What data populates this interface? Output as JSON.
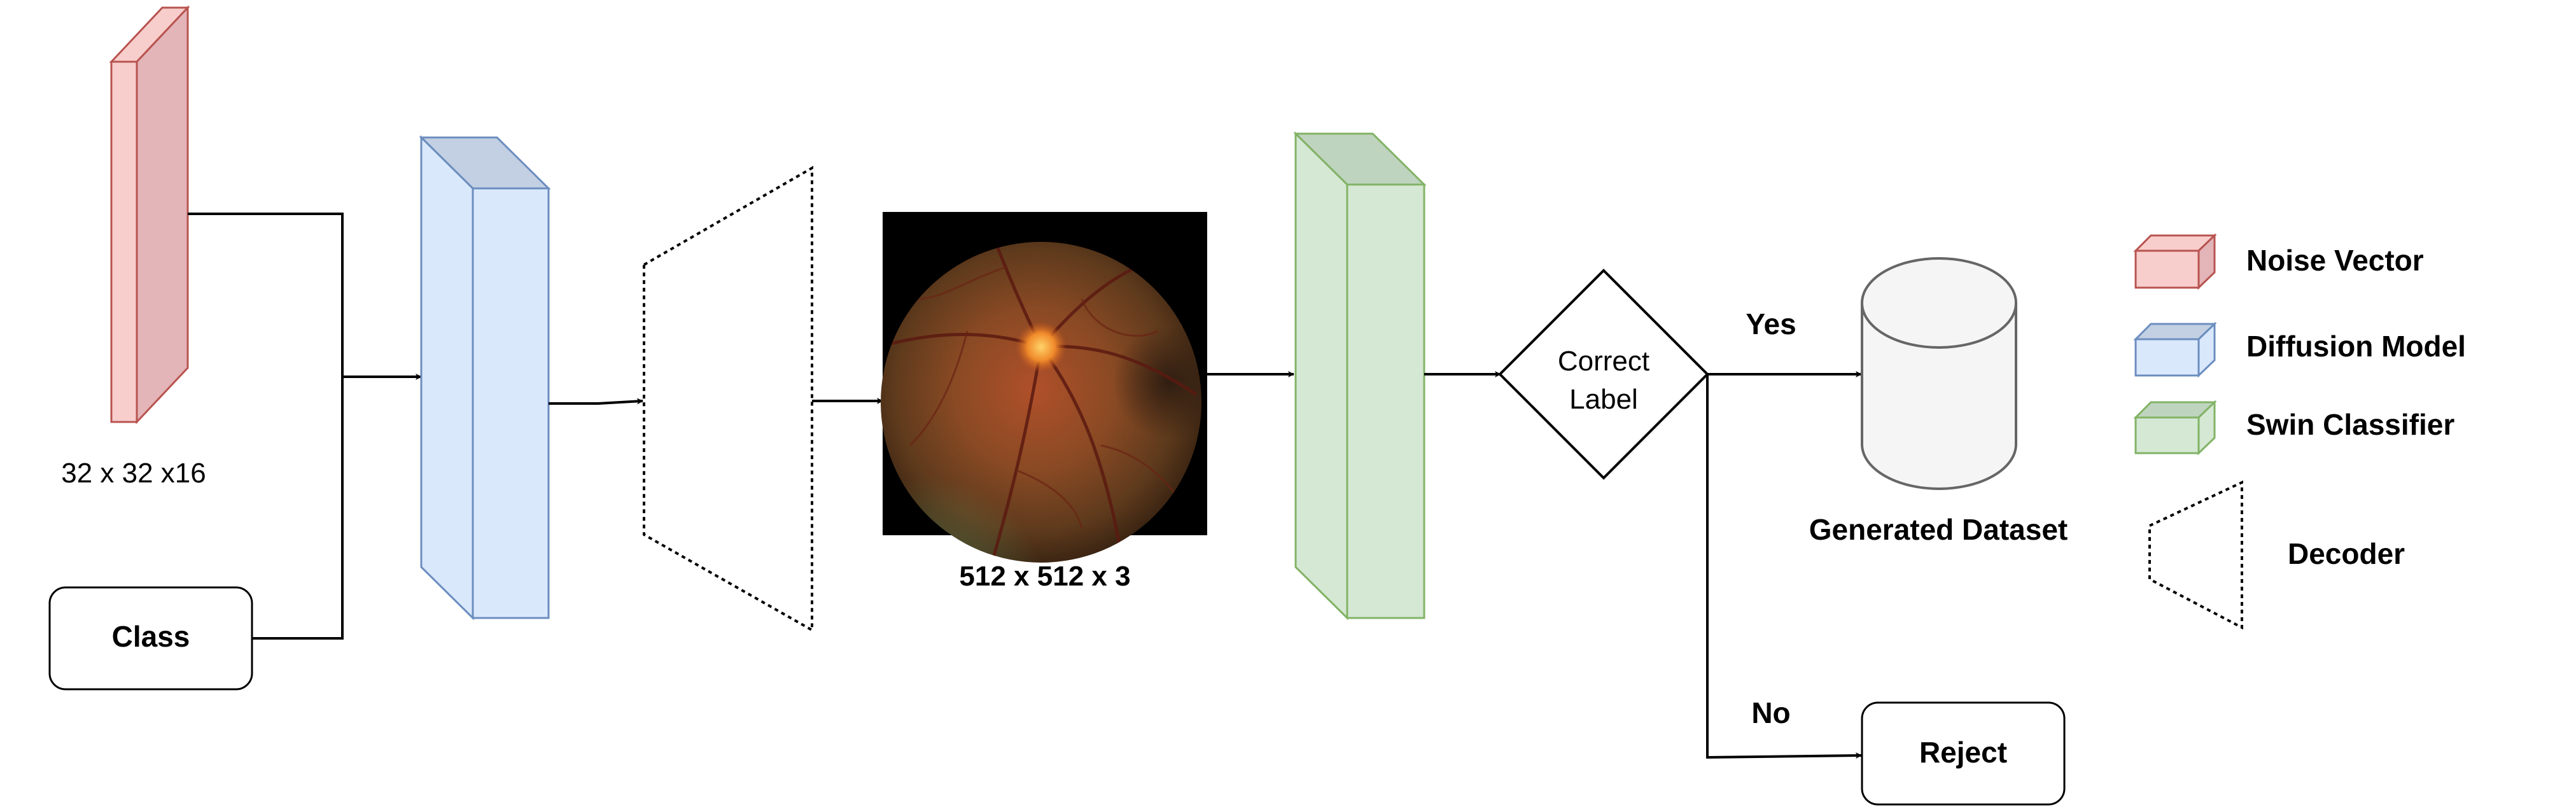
{
  "noise": {
    "label": "32 x 32 x16"
  },
  "class_box": {
    "label": "Class"
  },
  "image": {
    "label": "512 x 512 x 3"
  },
  "decision": {
    "line1": "Correct",
    "line2": "Label"
  },
  "branches": {
    "yes": "Yes",
    "no": "No"
  },
  "dataset": {
    "label": "Generated Dataset"
  },
  "reject": {
    "label": "Reject"
  },
  "legend": {
    "noise_vector": "Noise Vector",
    "diffusion_model": "Diffusion Model",
    "swin_classifier": "Swin Classifier",
    "decoder": "Decoder"
  },
  "colors": {
    "noise_fill": "#f8cecc",
    "noise_side": "#e3b4b8",
    "noise_stroke": "#b85450",
    "diffusion_fill": "#dae8fc",
    "diffusion_top": "#c3d0e3",
    "diffusion_stroke": "#6c8ebf",
    "swin_fill": "#d5e8d4",
    "swin_top": "#bfd4bf",
    "swin_stroke": "#82b366"
  }
}
